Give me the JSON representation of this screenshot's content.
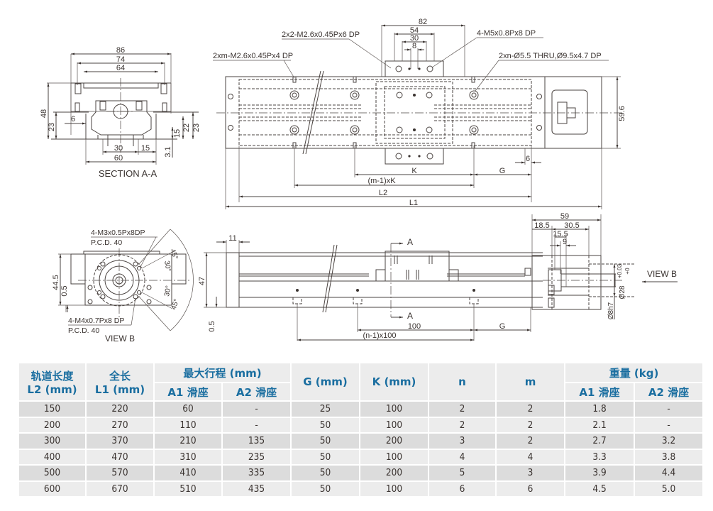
{
  "drawing": {
    "section_aa": {
      "title": "SECTION A-A",
      "dims": {
        "w86": "86",
        "w74": "74",
        "w64": "64",
        "h48": "48",
        "h23l": "23",
        "w6": "6",
        "h15": "15",
        "h22": "22",
        "h23r": "23",
        "w30": "30",
        "w15": "15",
        "w60": "60",
        "h31": "3.1"
      }
    },
    "top_view": {
      "notes": {
        "tap_2x2": "2x2-M2.6x0.45Px6 DP",
        "tap_4m5": "4-M5x0.8Px8 DP",
        "tap_2xm": "2xm-M2.6x0.45Px4 DP",
        "thru_2xn": "2xn-Ø5.5 THRU,Ø9.5x4.7 DP"
      },
      "dims": {
        "w82": "82",
        "w54": "54",
        "w30": "30",
        "w8": "8",
        "h596": "59.6",
        "w6": "6",
        "k": "K",
        "g": "G",
        "mk": "(m-1)xK",
        "l2": "L2",
        "l1": "L1"
      }
    },
    "view_b": {
      "title": "VIEW B",
      "notes": {
        "m3": "4-M3x0.5Px8DP",
        "pcd1": "P.C.D. 40",
        "m4": "4-M4x0.7Px8 DP",
        "pcd2": "P.C.D. 40"
      },
      "dims": {
        "h445": "44.5",
        "h05": "0.5",
        "a45a": "45°",
        "a30a": "30°",
        "a30b": "30°",
        "a45b": "45°"
      }
    },
    "side_view": {
      "dims": {
        "w11": "11",
        "h47": "47",
        "h05": "0.5",
        "w100": "100",
        "g": "G",
        "n100": "(n-1)x100",
        "sec_a1": "A",
        "sec_a2": "A"
      }
    },
    "end_view": {
      "view_b_label": "VIEW B",
      "dims": {
        "w59": "59",
        "w185": "18.5",
        "w305": "30.5",
        "w155": "15.5",
        "w9": "9",
        "d28": "Ø28",
        "tol_up": "+0.03",
        "tol_lo": "+0",
        "d8": "Ø8h7"
      }
    }
  },
  "table": {
    "headers": {
      "l2_line1": "轨道长度",
      "l2_line2": "L2 (mm)",
      "l1_line1": "全长",
      "l1_line2": "L1 (mm)",
      "stroke": "最大行程 (mm)",
      "stroke_a1": "A1 滑座",
      "stroke_a2": "A2 滑座",
      "g": "G (mm)",
      "k": "K (mm)",
      "n": "n",
      "m": "m",
      "weight": "重量 (kg)",
      "weight_a1": "A1 滑座",
      "weight_a2": "A2 滑座"
    },
    "rows": [
      [
        "150",
        "220",
        "60",
        "-",
        "25",
        "100",
        "2",
        "2",
        "1.8",
        "-"
      ],
      [
        "200",
        "270",
        "110",
        "-",
        "50",
        "100",
        "2",
        "2",
        "2.1",
        "-"
      ],
      [
        "300",
        "370",
        "210",
        "135",
        "50",
        "200",
        "3",
        "2",
        "2.7",
        "3.2"
      ],
      [
        "400",
        "470",
        "310",
        "235",
        "50",
        "100",
        "4",
        "4",
        "3.3",
        "3.8"
      ],
      [
        "500",
        "570",
        "410",
        "335",
        "50",
        "200",
        "5",
        "3",
        "3.9",
        "4.4"
      ],
      [
        "600",
        "670",
        "510",
        "435",
        "50",
        "100",
        "6",
        "6",
        "4.5",
        "5.0"
      ]
    ]
  }
}
